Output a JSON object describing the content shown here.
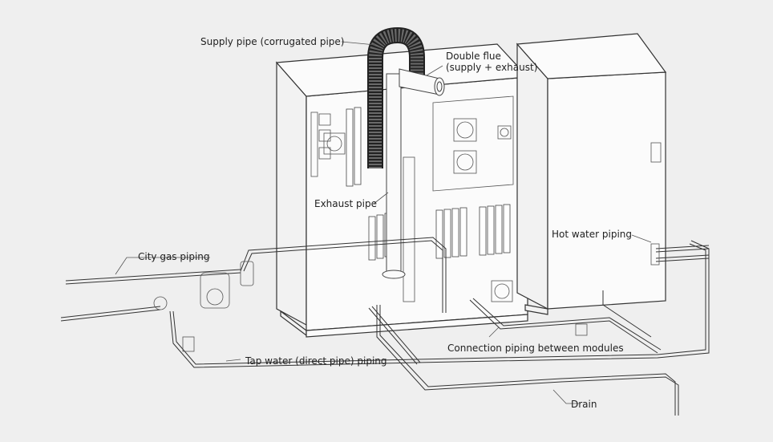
{
  "labels": {
    "supply_pipe": "Supply pipe (corrugated pipe)",
    "double_flue_line1": "Double flue",
    "double_flue_line2": "(supply + exhaust)",
    "exhaust_pipe": "Exhaust pipe",
    "hot_water_piping": "Hot water piping",
    "city_gas_piping": "City gas piping",
    "tap_water_piping": "Tap water (direct pipe) piping",
    "connection_piping": "Connection piping between modules",
    "drain": "Drain"
  }
}
